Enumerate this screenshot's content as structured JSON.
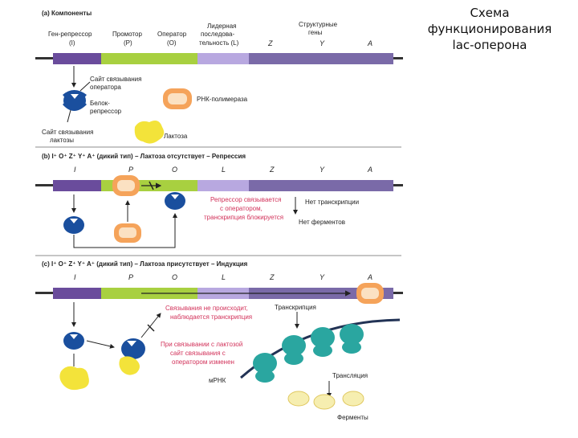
{
  "side_title": {
    "line1": "Схема",
    "line2": "функционирования",
    "line3": "lac-оперона"
  },
  "section_a": {
    "title": "(a) Компоненты",
    "col_regulator": "Ген-репрессор",
    "col_regulator_sym": "(I)",
    "col_promoter": "Промотор",
    "col_promoter_sym": "(P)",
    "col_operator": "Оператор",
    "col_operator_sym": "(O)",
    "col_leader_1": "Лидерная",
    "col_leader_2": "последова-",
    "col_leader_3": "тельность (L)",
    "col_structural_1": "Структурные",
    "col_structural_2": "гены",
    "gene_z": "Z",
    "gene_y": "Y",
    "gene_a": "A",
    "operator_site_1": "Сайт связывания",
    "operator_site_2": "оператора",
    "repressor_1": "Белок-",
    "repressor_2": "репрессор",
    "polymerase": "РНК-полимераза",
    "lactose_site_1": "Сайт связывания",
    "lactose_site_2": "лактозы",
    "lactose": "Лактоза"
  },
  "section_b": {
    "title": "(b) I⁺ O⁺ Z⁺ Y⁺ A⁺ (дикий тип) – Лактоза отсутствует – Репрессия",
    "gene_i": "I",
    "gene_p": "P",
    "gene_o": "O",
    "gene_l": "L",
    "gene_z": "Z",
    "gene_y": "Y",
    "gene_a": "A",
    "note_1": "Репрессор связывается",
    "note_2": "с оператором,",
    "note_3": "транскрипция блокируется",
    "no_transcription": "Нет транскрипции",
    "no_enzymes": "Нет ферментов"
  },
  "section_c": {
    "title": "(c) I⁺ O⁺ Z⁺ Y⁺ A⁺ (дикий тип) – Лактоза присутствует – Индукция",
    "gene_i": "I",
    "gene_p": "P",
    "gene_o": "O",
    "gene_l": "L",
    "gene_z": "Z",
    "gene_y": "Y",
    "gene_a": "A",
    "note_1": "Связывания не происходит,",
    "note_2": "наблюдается транскрипция",
    "transcription": "Транскрипция",
    "lactose_note_1": "При связывании с лактозой",
    "lactose_note_2": "сайт связывания с",
    "lactose_note_3": "оператором изменен",
    "mrna": "мРНК",
    "translation": "Трансляция",
    "enzymes": "Ферменты"
  },
  "colors": {
    "regulator": "#6a4c9c",
    "promoter": "#a8d040",
    "operator": "#a8d040",
    "leader": "#b8a8e0",
    "structural": "#7a6aa8",
    "repressor": "#1a4f9e",
    "polymerase": "#f5a35a",
    "lactose": "#f3e33a",
    "annotation": "#d2325a",
    "enzyme": "#2aa6a0"
  }
}
